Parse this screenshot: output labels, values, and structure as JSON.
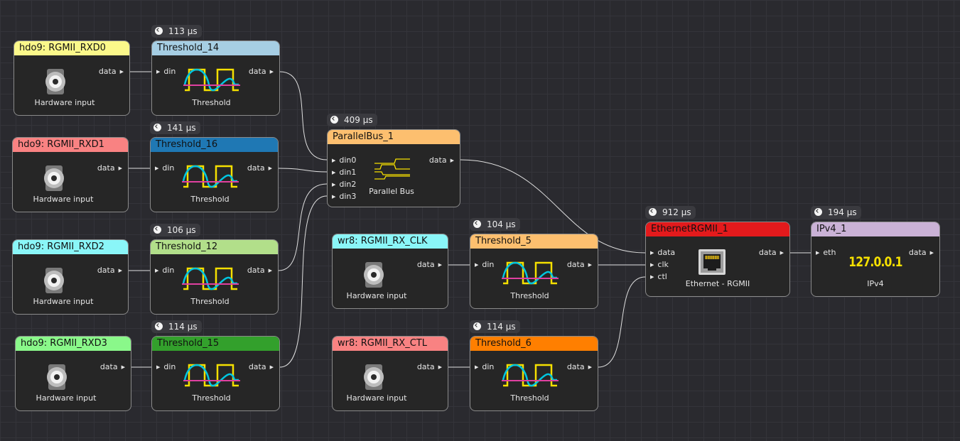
{
  "nodes": {
    "hdo_rxd0": {
      "title": "hdo9: RGMII_RXD0",
      "color": "#fbf88a",
      "out": "data",
      "caption": "Hardware input"
    },
    "hdo_rxd1": {
      "title": "hdo9: RGMII_RXD1",
      "color": "#f98282",
      "out": "data",
      "caption": "Hardware input"
    },
    "hdo_rxd2": {
      "title": "hdo9: RGMII_RXD2",
      "color": "#8af6f8",
      "out": "data",
      "caption": "Hardware input"
    },
    "hdo_rxd3": {
      "title": "hdo9: RGMII_RXD3",
      "color": "#8af88a",
      "out": "data",
      "caption": "Hardware input"
    },
    "wr_rxclk": {
      "title": "wr8: RGMII_RX_CLK",
      "color": "#8af6f8",
      "out": "data",
      "caption": "Hardware input"
    },
    "wr_rxctl": {
      "title": "wr8: RGMII_RX_CTL",
      "color": "#f98282",
      "out": "data",
      "caption": "Hardware input"
    },
    "th14": {
      "title": "Threshold_14",
      "color": "#a6cee3",
      "in": "din",
      "out": "data",
      "caption": "Threshold",
      "timing": "113 µs"
    },
    "th16": {
      "title": "Threshold_16",
      "color": "#1f78b4",
      "in": "din",
      "out": "data",
      "caption": "Threshold",
      "timing": "141 µs"
    },
    "th12": {
      "title": "Threshold_12",
      "color": "#b2df8a",
      "in": "din",
      "out": "data",
      "caption": "Threshold",
      "timing": "106 µs"
    },
    "th15": {
      "title": "Threshold_15",
      "color": "#33a02c",
      "in": "din",
      "out": "data",
      "caption": "Threshold",
      "timing": "114 µs"
    },
    "th5": {
      "title": "Threshold_5",
      "color": "#fdbf6f",
      "in": "din",
      "out": "data",
      "caption": "Threshold",
      "timing": "104 µs"
    },
    "th6": {
      "title": "Threshold_6",
      "color": "#ff7f00",
      "in": "din",
      "out": "data",
      "caption": "Threshold",
      "timing": "114 µs"
    },
    "pbus": {
      "title": "ParallelBus_1",
      "color": "#fdbf6f",
      "ins": [
        "din0",
        "din1",
        "din2",
        "din3"
      ],
      "out": "data",
      "caption": "Parallel Bus",
      "timing": "409 µs"
    },
    "eth": {
      "title": "EthernetRGMII_1",
      "color": "#e31a1c",
      "ins": [
        "data",
        "clk",
        "ctl"
      ],
      "out": "data",
      "caption": "Ethernet - RGMII",
      "timing": "912 µs"
    },
    "ipv4": {
      "title": "IPv4_1",
      "color": "#cab2d6",
      "in": "eth",
      "out": "data",
      "caption": "IPv4",
      "timing": "194 µs",
      "address": "127.0.0.1"
    }
  },
  "colors": {
    "wire": "#e0e0e0",
    "threshold_waveform": "#00c6e0",
    "threshold_pulse": "#f5e000",
    "threshold_level": "#e040a0",
    "bus_waveform": "#f5e000"
  },
  "icons": {
    "hardware_input": "bnc-connector-icon",
    "threshold": "threshold-waveform-icon",
    "parallel_bus": "parallel-bus-icon",
    "ethernet": "rj45-port-icon"
  }
}
